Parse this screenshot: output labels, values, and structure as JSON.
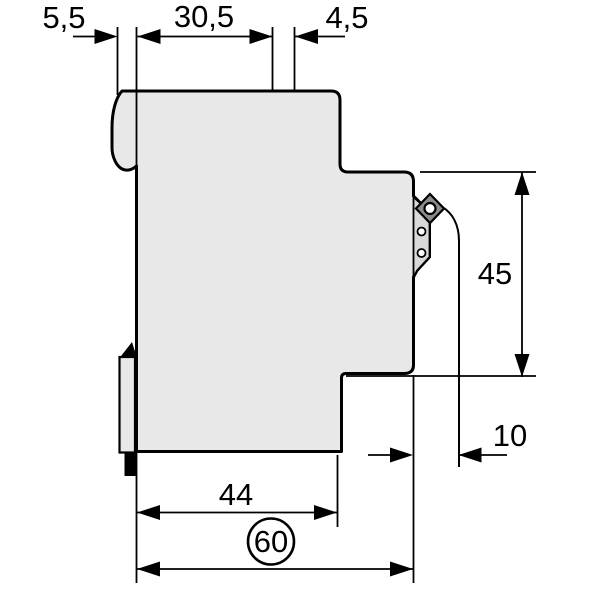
{
  "drawing": {
    "type": "technical-dimension-drawing",
    "view": "side-profile-of-din-rail-device",
    "background": "#ffffff",
    "line_color": "#000000",
    "body_fill": "#e8e8e8",
    "strip_fill": "#d9d9d9",
    "screw_fill": "#8c8c8c",
    "labels": {
      "width_top_left": "5,5",
      "width_top_center": "30,5",
      "width_top_right": "4,5",
      "height_right": "45",
      "offset_right": "10",
      "depth_body": "44",
      "depth_overall": "60"
    }
  }
}
